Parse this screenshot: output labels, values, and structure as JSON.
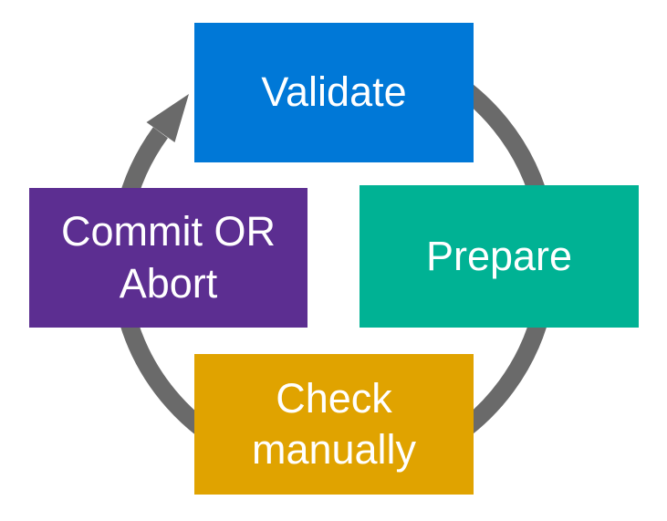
{
  "diagram": {
    "type": "cycle",
    "direction": "clockwise",
    "arrow_color": "#6A6A6A",
    "text_color": "#FFFFFF",
    "steps": [
      {
        "id": "validate",
        "label": "Validate",
        "position": "top",
        "color": "#0078D7"
      },
      {
        "id": "prepare",
        "label": "Prepare",
        "position": "right",
        "color": "#00B294"
      },
      {
        "id": "check",
        "label": "Check\nmanually",
        "position": "bottom",
        "color": "#E0A300"
      },
      {
        "id": "commit",
        "label": "Commit OR\nAbort",
        "position": "left",
        "color": "#5C2E91"
      }
    ]
  }
}
